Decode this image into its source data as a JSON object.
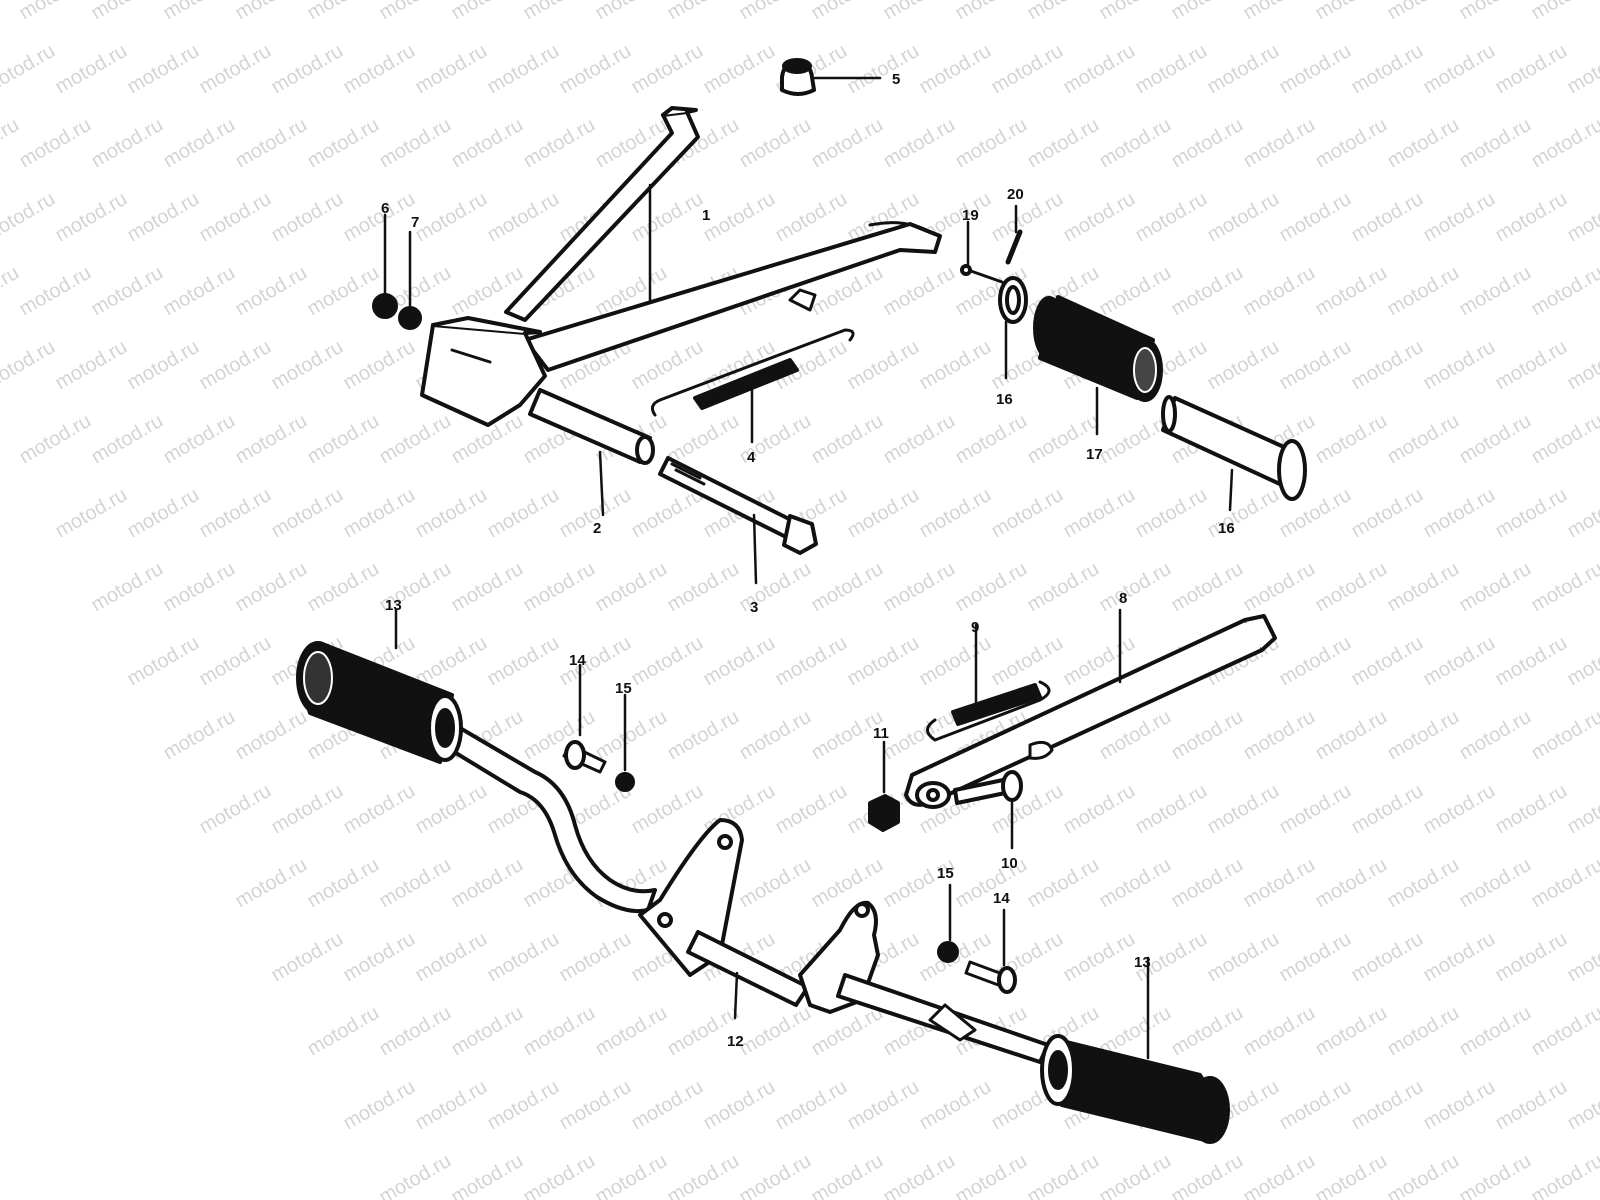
{
  "watermark": {
    "text": "motod.ru"
  },
  "callouts": {
    "c1": "1",
    "c2": "2",
    "c3": "3",
    "c4": "4",
    "c5": "5",
    "c6": "6",
    "c7": "7",
    "c8": "8",
    "c9": "9",
    "c10": "10",
    "c11": "11",
    "c12": "12",
    "c13a": "13",
    "c13b": "13",
    "c14a": "14",
    "c14b": "14",
    "c15a": "15",
    "c15b": "15",
    "c16a": "16",
    "c16b": "16",
    "c17": "17",
    "c19": "19",
    "c20": "20"
  }
}
